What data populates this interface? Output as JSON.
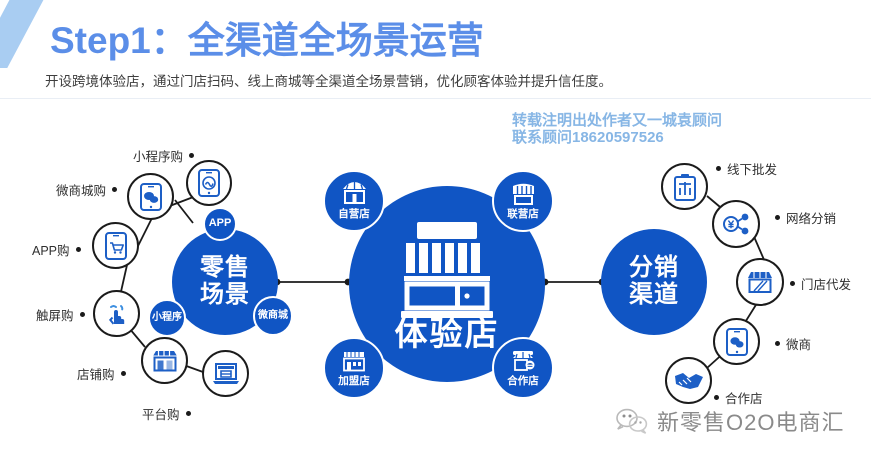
{
  "header": {
    "title": "Step1：全渠道全场景运营",
    "subtitle": "开设跨境体验店，通过门店扫码、线上商城等全渠道全场景营销，优化顾客体验并提升信任度。",
    "watermark_line1": "转载注明出处作者又一城袁顾问",
    "watermark_line2": "联系顾问18620597526"
  },
  "colors": {
    "brand_blue": "#1055c4",
    "title_blue": "#5b8ee8",
    "stripe_blue": "#a9cdf2",
    "outline_black": "#1b1b1b"
  },
  "left_cluster": {
    "hub_label_line1": "零售",
    "hub_label_line2": "场景",
    "chips": [
      {
        "label": "APP",
        "icon": "app-chip"
      },
      {
        "label": "小程序",
        "icon": "miniprogram-chip"
      },
      {
        "label": "微商城",
        "icon": "weimall-chip"
      }
    ],
    "channels": [
      {
        "label": "小程序购",
        "icon": "phone-miniprogram-icon"
      },
      {
        "label": "微商城购",
        "icon": "phone-wechat-icon"
      },
      {
        "label": "APP购",
        "icon": "phone-cart-icon"
      },
      {
        "label": "触屏购",
        "icon": "touch-hand-icon"
      },
      {
        "label": "店铺购",
        "icon": "storefront-icon"
      },
      {
        "label": "平台购",
        "icon": "laptop-store-icon"
      }
    ]
  },
  "center_cluster": {
    "hub_label": "体验店",
    "hub_icon": "experience-store-icon",
    "satellites": [
      {
        "label": "自营店",
        "icon": "store-awning-icon"
      },
      {
        "label": "联营店",
        "icon": "store-striped-icon"
      },
      {
        "label": "加盟店",
        "icon": "store-window-icon"
      },
      {
        "label": "合作店",
        "icon": "store-partner-icon"
      }
    ]
  },
  "right_cluster": {
    "hub_label_line1": "分销",
    "hub_label_line2": "渠道",
    "channels": [
      {
        "label": "线下批发",
        "icon": "clipboard-wholesale-icon"
      },
      {
        "label": "网络分销",
        "icon": "share-yuan-icon"
      },
      {
        "label": "门店代发",
        "icon": "store-dropship-icon"
      },
      {
        "label": "微商",
        "icon": "phone-micro-business-icon"
      },
      {
        "label": "合作店",
        "icon": "handshake-icon"
      }
    ]
  },
  "footer": {
    "brand": "新零售O2O电商汇",
    "icon": "wechat-logo-icon"
  }
}
